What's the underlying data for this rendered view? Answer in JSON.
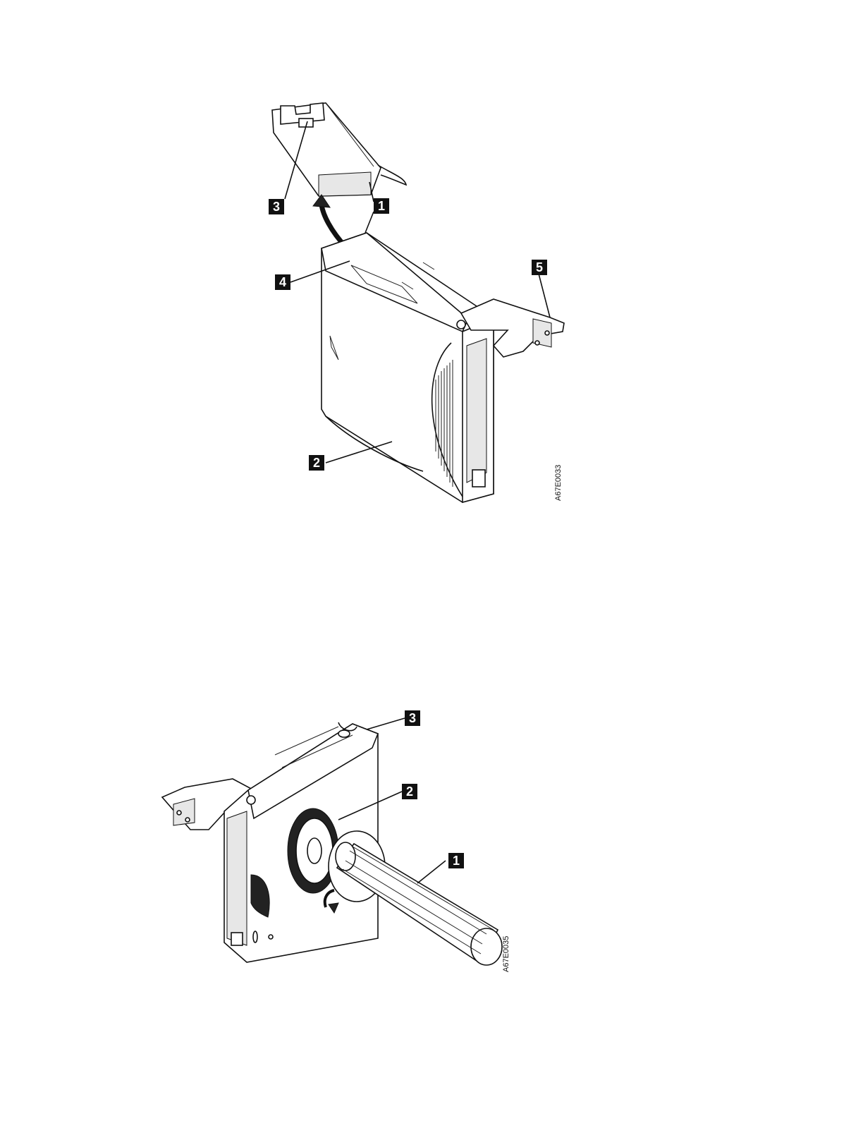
{
  "figure1": {
    "id_text": "A67E0033",
    "callouts": [
      "1",
      "2",
      "3",
      "4",
      "5"
    ]
  },
  "figure2": {
    "id_text": "A67E0035",
    "callouts": [
      "1",
      "2",
      "3"
    ]
  },
  "colors": {
    "ink": "#111111",
    "callout_bg": "#111111",
    "callout_text": "#ffffff"
  }
}
